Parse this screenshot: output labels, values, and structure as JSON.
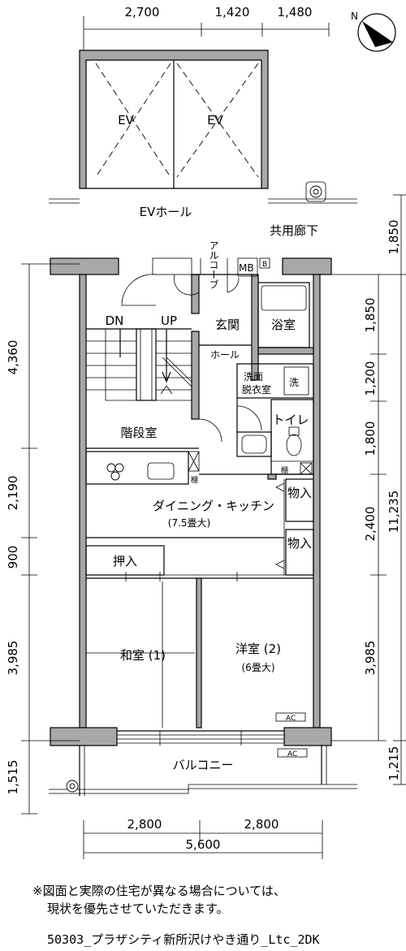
{
  "dimensions": {
    "top": [
      "2,700",
      "1,420",
      "1,480"
    ],
    "bottom": [
      "2,800",
      "2,800"
    ],
    "bottom_total": "5,600",
    "left": [
      "4,360",
      "2,190",
      "900",
      "3,985",
      "1,515"
    ],
    "right": [
      "1,850",
      "1,850",
      "1,200",
      "1,800",
      "2,400",
      "3,985",
      "1,215"
    ],
    "right_total": "11,235"
  },
  "rooms": {
    "ev_left": "EV",
    "ev_right": "EV",
    "ev_hall": "EVホール",
    "corridor": "共用廊下",
    "alcove": "アルコーブ",
    "mb": "MB",
    "b": "B",
    "dn": "DN",
    "up": "UP",
    "entrance": "玄関",
    "bath": "浴室",
    "hall": "ホール",
    "washroom_line1": "洗面",
    "washroom_line2": "脱衣室",
    "washer": "洗",
    "toilet": "トイレ",
    "shelf1": "棚",
    "shelf2": "棚",
    "stairs": "階段室",
    "dk_name": "ダイニング・キッチン",
    "dk_size": "(7.5畳大)",
    "storage1": "物入",
    "storage2": "物入",
    "oshiire": "押入",
    "washitsu": "和室 (1)",
    "youshitsu": "洋室 (2)",
    "youshitsu_size": "(6畳大)",
    "ac1": "AC",
    "ac2": "AC",
    "balcony": "バルコニー"
  },
  "notes": {
    "line1": "※図面と実際の住宅が異なる場合については、",
    "line2": "現状を優先させていただきます。"
  },
  "footer": "50303_プラザシティ新所沢けやき通り_Ltc_2DK"
}
